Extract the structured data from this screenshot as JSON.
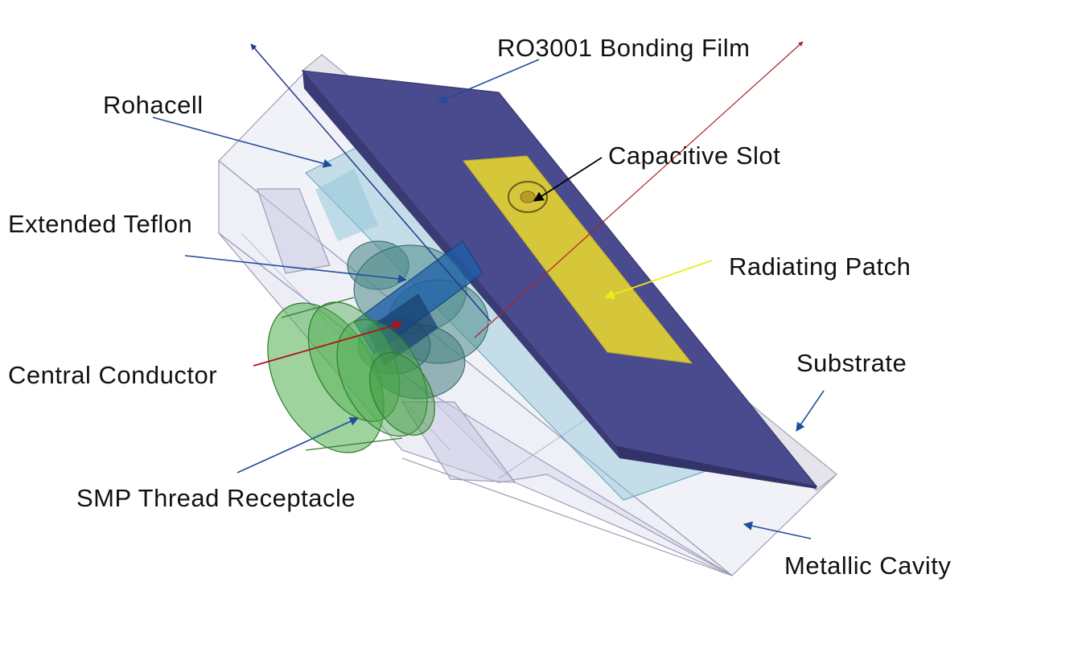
{
  "labels": {
    "bonding_film": "RO3001 Bonding Film",
    "rohacell": "Rohacell",
    "capacitive_slot": "Capacitive Slot",
    "extended_teflon": "Extended Teflon",
    "radiating_patch": "Radiating Patch",
    "substrate": "Substrate",
    "central_conductor": "Central Conductor",
    "smp_receptacle": "SMP Thread Receptacle",
    "metallic_cavity": "Metallic Cavity"
  },
  "colors": {
    "bonding_film": "#4a4a8e",
    "radiating_patch": "#d6c63a",
    "substrate": "#e4e4ea",
    "cavity_glass": "#d8d8ec",
    "rohacell": "#8ec6d6",
    "teflon": "#4f8a8a",
    "conductor": "#1e5fa8",
    "smp_receptacle": "#4fae4f",
    "leader_blue": "#1f4e9a",
    "leader_black": "#000000",
    "leader_yellow": "#ecec20",
    "leader_red": "#b01414",
    "axis_blue": "#233a8a",
    "axis_red": "#b22222"
  }
}
